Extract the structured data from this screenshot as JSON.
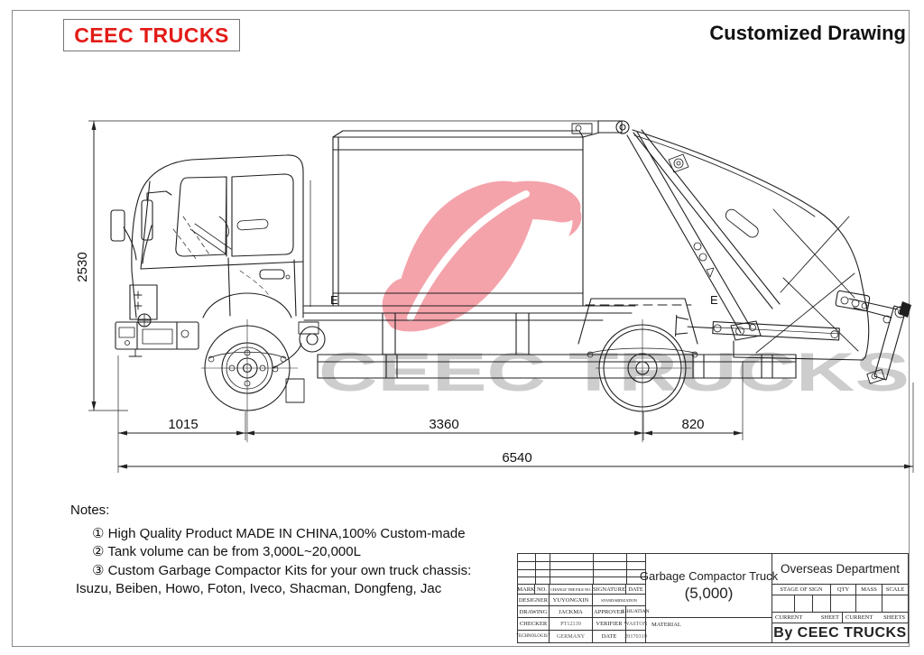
{
  "header": {
    "logo_text": "CEEC TRUCKS",
    "logo_color": "#e31b17",
    "title": "Customized Drawing"
  },
  "watermark": {
    "text": "CEEC TRUCKS",
    "text_color": "#cdcdcd",
    "logo_color": "#f4a3ab"
  },
  "drawing": {
    "dimensions": {
      "height": "2530",
      "front_overhang": "1015",
      "wheelbase": "3360",
      "rear_overhang": "820",
      "total_length": "6540"
    },
    "section_labels": {
      "e_left": "E",
      "e_right": "E"
    }
  },
  "notes": {
    "heading": "Notes:",
    "items": [
      "① High Quality Product MADE IN CHINA,100% Custom-made",
      "② Tank volume can be from 3,000L~20,000L",
      "③ Custom Garbage Compactor Kits for your own truck chassis:",
      "Isuzu, Beiben, Howo, Foton, Iveco, Shacman, Dongfeng, Jac"
    ]
  },
  "title_block": {
    "revision_header": {
      "mark": "MARK",
      "no": "NO.",
      "change": "CHANGE THE FILE NO.",
      "signature": "SIGNATURE",
      "date": "DATE"
    },
    "designer": {
      "label": "DESIGNER",
      "value": "YUYONGXIN",
      "extra": "STANDARDIZATION"
    },
    "drawing_row": {
      "label": "DRAWING",
      "value": "JACKMA",
      "approver_label": "APPROVER",
      "approver_value": "LIHUATIAN"
    },
    "checker": {
      "label": "CHECKER",
      "value": "PT12139",
      "verifier_label": "VERIFIER",
      "verifier_value": "WASTON"
    },
    "technologist": {
      "label": "TECHNOLOGIST",
      "value": "GERMANY",
      "date_label": "DATE",
      "date_value": "20170319"
    },
    "material_label": "MATERIAL",
    "product_name": "Garbage Compactor Truck",
    "product_model": "(5,000)",
    "department": "Overseas Department",
    "stage_header": {
      "stage": "STAGE OF SIGN",
      "qty": "QTY",
      "mass": "MASS",
      "scale": "SCALE"
    },
    "sheet_row": {
      "current_label": "CURRENT",
      "sheet_label": "SHEET",
      "current2_label": "CURRENT",
      "sheets_label": "SHEETS"
    },
    "byline": "By CEEC TRUCKS"
  }
}
